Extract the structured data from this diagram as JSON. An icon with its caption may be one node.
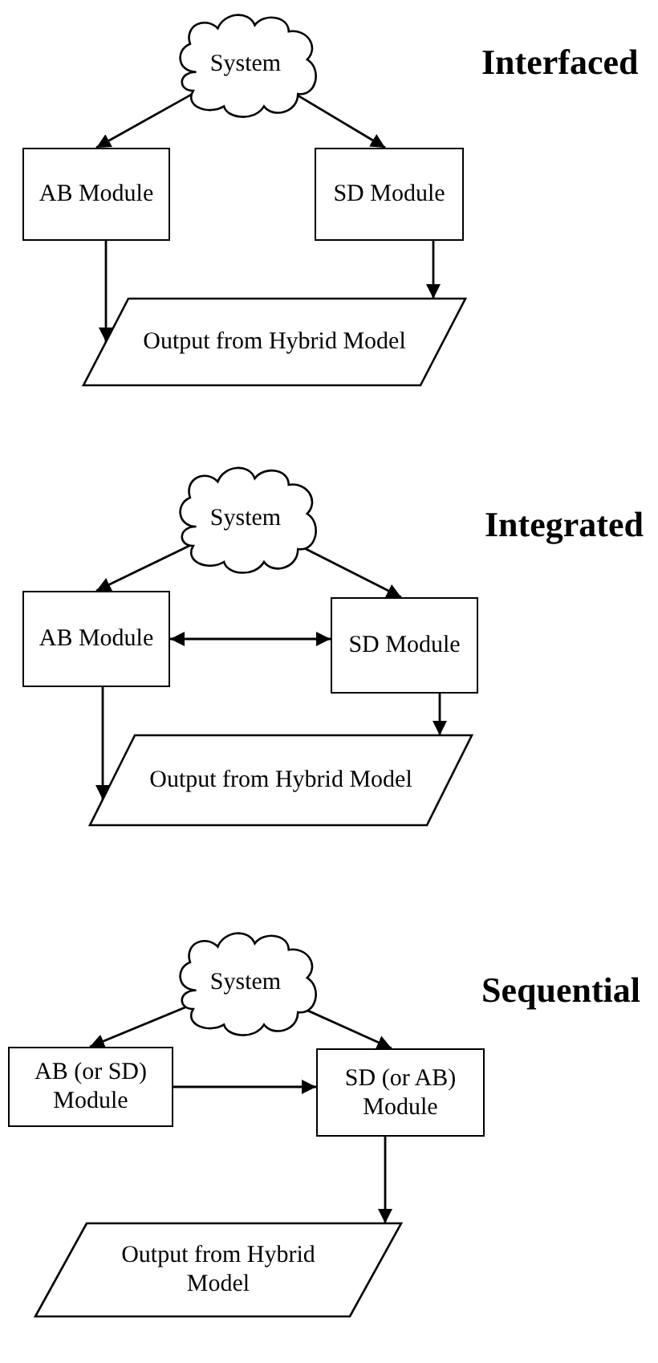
{
  "diagram": {
    "nodes": [
      {
        "text": [
          "System"
        ]
      },
      {
        "text": [
          "AB Module"
        ]
      },
      {
        "text": [
          "SD Module"
        ]
      },
      {
        "text": [
          "Output from Hybrid Model"
        ]
      },
      {
        "text": [
          "System"
        ]
      },
      {
        "text": [
          "AB Module"
        ]
      },
      {
        "text": [
          "SD Module"
        ]
      },
      {
        "text": [
          "Output from Hybrid Model"
        ]
      },
      {
        "text": [
          "System"
        ]
      },
      {
        "text": [
          "AB (or SD) Module"
        ]
      },
      {
        "text": [
          "SD (or AB) Module"
        ]
      },
      {
        "text": [
          "Output from Hybrid Model"
        ]
      }
    ],
    "edges": [
      {
        "from": 0,
        "to": 1,
        "arrow": "to"
      },
      {
        "from": 0,
        "to": 2,
        "arrow": "to"
      },
      {
        "from": 1,
        "to": 3,
        "arrow": "to"
      },
      {
        "from": 2,
        "to": 3,
        "arrow": "to"
      },
      {
        "from": 4,
        "to": 5,
        "arrow": "to"
      },
      {
        "from": 4,
        "to": 6,
        "arrow": "to"
      },
      {
        "from": 5,
        "to": 6,
        "arrow": "both"
      },
      {
        "from": 5,
        "to": 7,
        "arrow": "to"
      },
      {
        "from": 6,
        "to": 7,
        "arrow": "to"
      },
      {
        "from": 8,
        "to": 9,
        "arrow": "to"
      },
      {
        "from": 8,
        "to": 10,
        "arrow": "to"
      },
      {
        "from": 9,
        "to": 10,
        "arrow": "to"
      },
      {
        "from": 10,
        "to": 11,
        "arrow": "to"
      }
    ],
    "labels": [
      "Interfaced",
      "Integrated",
      "Sequential"
    ]
  }
}
